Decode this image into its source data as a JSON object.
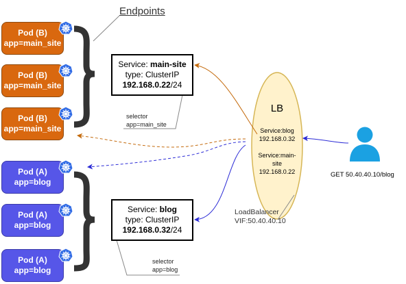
{
  "title": "Endpoints",
  "pods_b": [
    {
      "name": "Pod (B)",
      "label": "app=main_site"
    },
    {
      "name": "Pod (B)",
      "label": "app=main_site"
    },
    {
      "name": "Pod (B)",
      "label": "app=main_site"
    }
  ],
  "pods_a": [
    {
      "name": "Pod (A)",
      "label": "app=blog"
    },
    {
      "name": "Pod (A)",
      "label": "app=blog"
    },
    {
      "name": "Pod (A)",
      "label": "app=blog"
    }
  ],
  "service_main": {
    "prefix": "Service: ",
    "name": "main-site",
    "type": "type: ClusterIP",
    "ip": "192.168.0.22",
    "mask": "/24"
  },
  "service_blog": {
    "prefix": "Service: ",
    "name": "blog",
    "type": "type: ClusterIP",
    "ip": "192.168.0.32",
    "mask": "/24"
  },
  "selector_main": {
    "line1": "selector",
    "line2": "app=main_site"
  },
  "selector_blog": {
    "line1": "selector",
    "line2": "app=blog"
  },
  "lb": {
    "title": "LB",
    "entry1_line1": "Service:blog",
    "entry1_line2": "192.168.0.32",
    "entry2_line1": "Service:main-",
    "entry2_line2": "site",
    "entry2_line3": "192.168.0.22",
    "caption_line1": "LoadBalancer",
    "caption_line2": "VIF:50.40.40.10"
  },
  "request": "GET 50.40.40.10/blog",
  "colors": {
    "pod_b": "#d9680f",
    "pod_a": "#5656e8",
    "k8s_icon": "#326ce5",
    "lb_fill": "#fff2cc",
    "lb_stroke": "#d6b656",
    "orange_arrow": "#c46a0c",
    "blue_arrow": "#2b2bd6",
    "user_icon": "#1ba1e2"
  },
  "icons": [
    "kubernetes-icon",
    "user-icon"
  ]
}
